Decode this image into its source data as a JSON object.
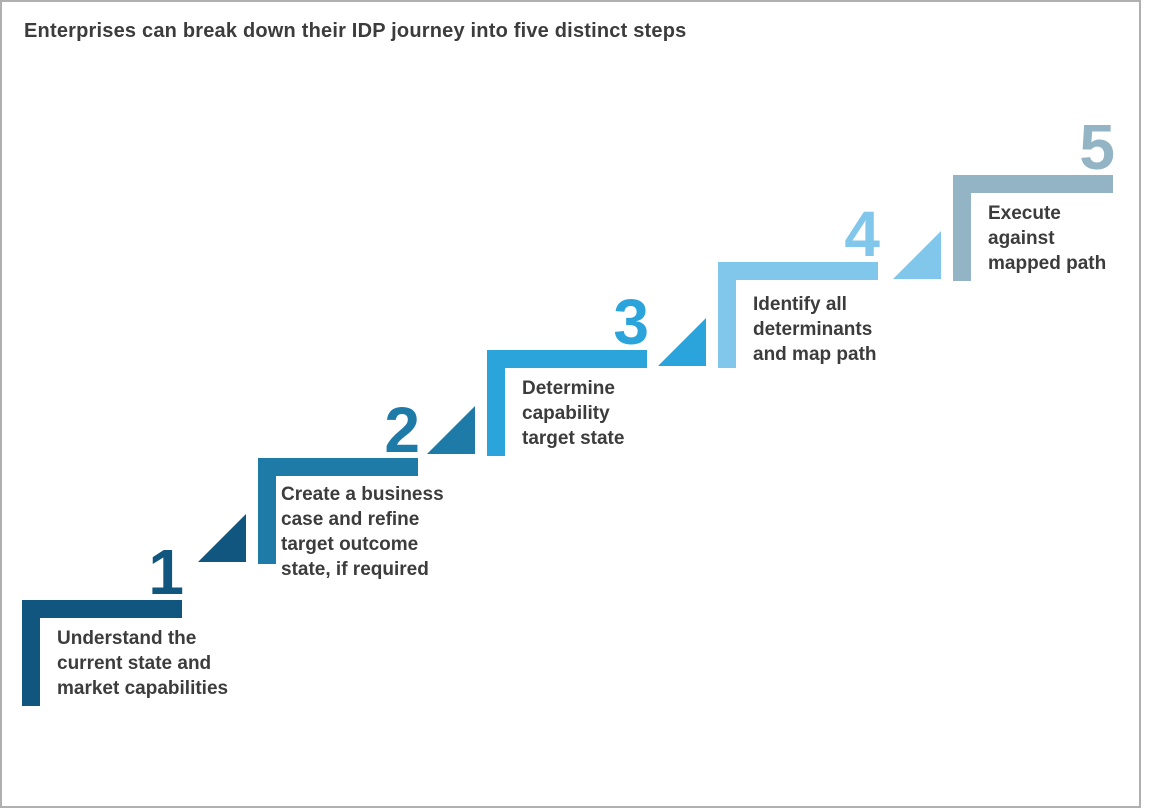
{
  "title": "Enterprises can break down their IDP journey into five distinct steps",
  "colors": {
    "title_text": "#3C3C3C",
    "step_label_text": "#3C3C3C",
    "frame_border": "#B0B0B0",
    "background": "#FFFFFF"
  },
  "steps": [
    {
      "number": "1",
      "label": "Understand the\ncurrent state and\nmarket capabilities",
      "color": "#11567E"
    },
    {
      "number": "2",
      "label": "Create a business\ncase and refine\ntarget outcome\nstate, if required",
      "color": "#1E7BA8"
    },
    {
      "number": "3",
      "label": "Determine\ncapability\ntarget state",
      "color": "#2BA4DC"
    },
    {
      "number": "4",
      "label": "Identify all\ndeterminants\nand map path",
      "color": "#81C7EC"
    },
    {
      "number": "5",
      "label": "Execute\nagainst\nmapped path",
      "color": "#92B4C4"
    }
  ]
}
